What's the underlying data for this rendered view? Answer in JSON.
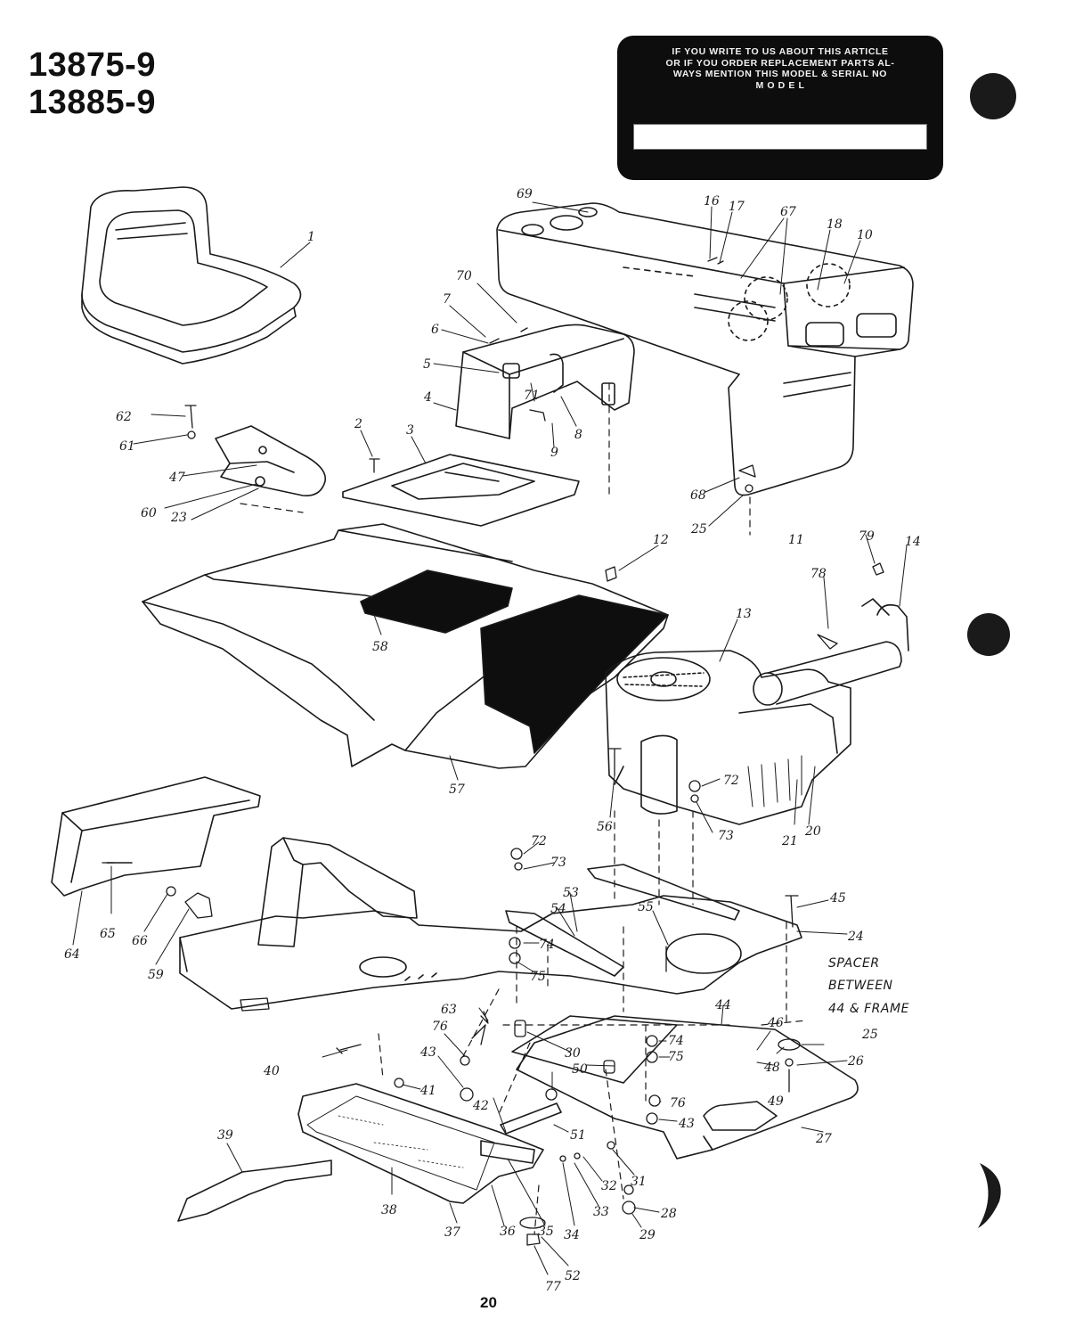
{
  "models": [
    "13875-9",
    "13885-9"
  ],
  "notice": {
    "lines": [
      "IF YOU WRITE TO US ABOUT THIS ARTICLE",
      "OR IF YOU ORDER REPLACEMENT PARTS AL-",
      "WAYS MENTION THIS MODEL & SERIAL NO",
      "M O D E L"
    ]
  },
  "handwritten_note": [
    "SPACER",
    "BETWEEN",
    "44 & FRAME"
  ],
  "page_number": "20",
  "callouts": [
    {
      "id": "c1",
      "text": "1"
    },
    {
      "id": "c2",
      "text": "2"
    },
    {
      "id": "c3",
      "text": "3"
    },
    {
      "id": "c4",
      "text": "4"
    },
    {
      "id": "c5",
      "text": "5"
    },
    {
      "id": "c6",
      "text": "6"
    },
    {
      "id": "c7",
      "text": "7"
    },
    {
      "id": "c8",
      "text": "8"
    },
    {
      "id": "c9",
      "text": "9"
    },
    {
      "id": "c10",
      "text": "10"
    },
    {
      "id": "c11",
      "text": "11"
    },
    {
      "id": "c12",
      "text": "12"
    },
    {
      "id": "c13",
      "text": "13"
    },
    {
      "id": "c14",
      "text": "14"
    },
    {
      "id": "c16",
      "text": "16"
    },
    {
      "id": "c17",
      "text": "17"
    },
    {
      "id": "c18",
      "text": "18"
    },
    {
      "id": "c20",
      "text": "20"
    },
    {
      "id": "c21",
      "text": "21"
    },
    {
      "id": "c23",
      "text": "23"
    },
    {
      "id": "c24",
      "text": "24"
    },
    {
      "id": "c25a",
      "text": "25"
    },
    {
      "id": "c25b",
      "text": "25"
    },
    {
      "id": "c26",
      "text": "26"
    },
    {
      "id": "c27",
      "text": "27"
    },
    {
      "id": "c28",
      "text": "28"
    },
    {
      "id": "c29",
      "text": "29"
    },
    {
      "id": "c30",
      "text": "30"
    },
    {
      "id": "c31",
      "text": "31"
    },
    {
      "id": "c32",
      "text": "32"
    },
    {
      "id": "c33",
      "text": "33"
    },
    {
      "id": "c34",
      "text": "34"
    },
    {
      "id": "c35",
      "text": "35"
    },
    {
      "id": "c36",
      "text": "36"
    },
    {
      "id": "c37",
      "text": "37"
    },
    {
      "id": "c38",
      "text": "38"
    },
    {
      "id": "c39",
      "text": "39"
    },
    {
      "id": "c40",
      "text": "40"
    },
    {
      "id": "c41",
      "text": "41"
    },
    {
      "id": "c42",
      "text": "42"
    },
    {
      "id": "c43a",
      "text": "43"
    },
    {
      "id": "c43b",
      "text": "43"
    },
    {
      "id": "c44",
      "text": "44"
    },
    {
      "id": "c45",
      "text": "45"
    },
    {
      "id": "c46",
      "text": "46"
    },
    {
      "id": "c47",
      "text": "47"
    },
    {
      "id": "c48",
      "text": "48"
    },
    {
      "id": "c49",
      "text": "49"
    },
    {
      "id": "c50",
      "text": "50"
    },
    {
      "id": "c51",
      "text": "51"
    },
    {
      "id": "c52",
      "text": "52"
    },
    {
      "id": "c53",
      "text": "53"
    },
    {
      "id": "c54",
      "text": "54"
    },
    {
      "id": "c55",
      "text": "55"
    },
    {
      "id": "c56",
      "text": "56"
    },
    {
      "id": "c57",
      "text": "57"
    },
    {
      "id": "c58",
      "text": "58"
    },
    {
      "id": "c59",
      "text": "59"
    },
    {
      "id": "c60",
      "text": "60"
    },
    {
      "id": "c61",
      "text": "61"
    },
    {
      "id": "c62",
      "text": "62"
    },
    {
      "id": "c63",
      "text": "63"
    },
    {
      "id": "c64",
      "text": "64"
    },
    {
      "id": "c65",
      "text": "65"
    },
    {
      "id": "c66",
      "text": "66"
    },
    {
      "id": "c67",
      "text": "67"
    },
    {
      "id": "c68",
      "text": "68"
    },
    {
      "id": "c69",
      "text": "69"
    },
    {
      "id": "c70",
      "text": "70"
    },
    {
      "id": "c71",
      "text": "71"
    },
    {
      "id": "c72a",
      "text": "72"
    },
    {
      "id": "c72b",
      "text": "72"
    },
    {
      "id": "c73a",
      "text": "73"
    },
    {
      "id": "c73b",
      "text": "73"
    },
    {
      "id": "c74a",
      "text": "74"
    },
    {
      "id": "c74b",
      "text": "74"
    },
    {
      "id": "c75a",
      "text": "75"
    },
    {
      "id": "c75b",
      "text": "75"
    },
    {
      "id": "c76a",
      "text": "76"
    },
    {
      "id": "c76b",
      "text": "76"
    },
    {
      "id": "c77",
      "text": "77"
    },
    {
      "id": "c78",
      "text": "78"
    },
    {
      "id": "c79",
      "text": "79"
    }
  ]
}
